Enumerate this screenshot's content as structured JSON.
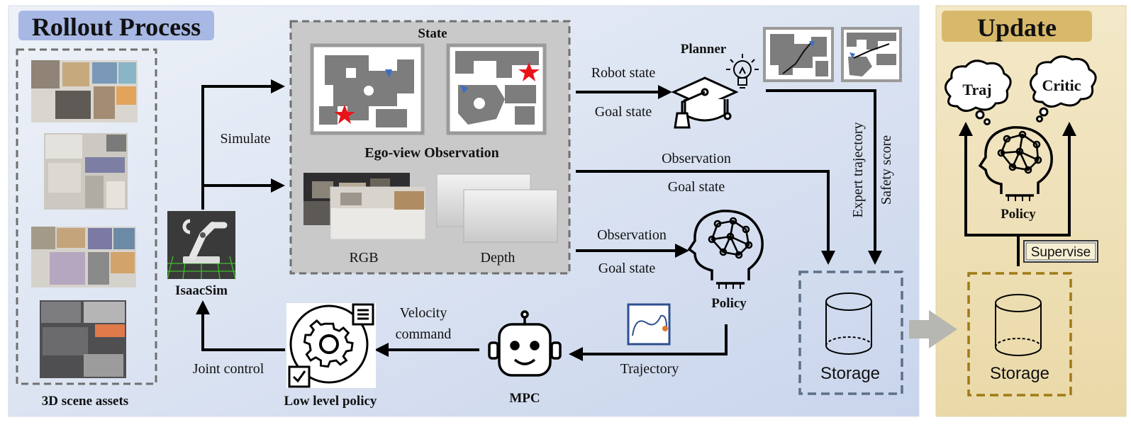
{
  "rollout": {
    "title": "Rollout Process",
    "scene_assets_label": "3D scene assets",
    "isaacsim_label": "IsaacSim",
    "simulate_label": "Simulate",
    "joint_control_label": "Joint control",
    "low_level_policy_label": "Low level policy",
    "velocity_command_label_1": "Velocity",
    "velocity_command_label_2": "command",
    "mpc_label": "MPC",
    "trajectory_label": "Trajectory",
    "policy_label": "Policy",
    "state_label": "State",
    "ego_view_label": "Ego-view Observation",
    "rgb_label": "RGB",
    "depth_label": "Depth",
    "robot_state_label": "Robot state",
    "goal_state_label_top": "Goal state",
    "planner_label": "Planner",
    "observation_label_mid": "Observation",
    "goal_state_label_mid": "Goal state",
    "observation_label_low": "Observation",
    "goal_state_label_low": "Goal state",
    "expert_trajectory_label": "Expert trajectory",
    "safety_score_label": "Safety score",
    "storage_label": "Storage"
  },
  "update": {
    "title": "Update",
    "traj_label": "Traj",
    "critic_label": "Critic",
    "policy_label": "Policy",
    "supervise_label": "Supervise",
    "storage_label": "Storage"
  },
  "colors": {
    "rollout_bg": "#dfe6f3",
    "update_bg": "#efe2bc",
    "title_badge": "#a7b8e4",
    "update_badge": "#d8b96b",
    "gold_border": "#a07a14",
    "storage_blue_border": "#5c7088"
  }
}
